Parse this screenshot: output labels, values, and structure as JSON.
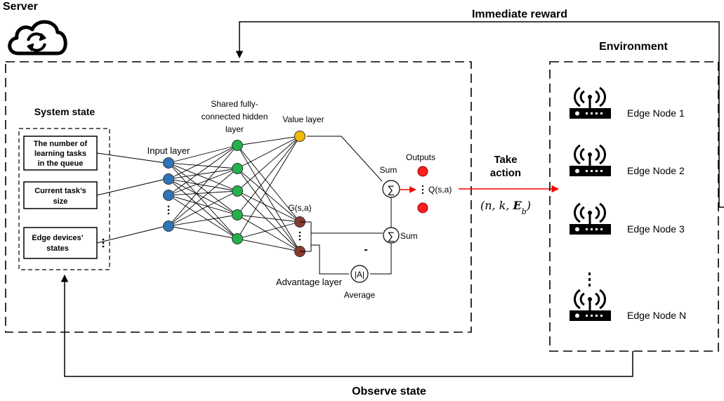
{
  "server": {
    "title": "Server",
    "icon": "cloud-sync-icon"
  },
  "arrows": {
    "immediate_reward": "Immediate reward",
    "observe_state": "Observe state",
    "take_action": [
      "Take",
      "action"
    ],
    "action_tuple": "(n, k, E_b)"
  },
  "environment": {
    "title": "Environment",
    "node_icon": "wifi-router-icon",
    "nodes": [
      "Edge Node 1",
      "Edge Node 2",
      "Edge Node 3",
      "Edge Node N"
    ]
  },
  "system_state": {
    "title": "System state",
    "boxes": [
      [
        "The number of",
        "learning tasks",
        "in the queue"
      ],
      [
        "Current task’s",
        "size"
      ],
      [
        "Edge devices’",
        "states"
      ]
    ]
  },
  "network": {
    "input_layer": "Input layer",
    "hidden_layer": [
      "Shared fully-",
      "connected hidden",
      "layer"
    ],
    "value_layer": "Value layer",
    "advantage_layer": "Advantage layer",
    "g_label": "G(s,a)",
    "sum_top": "Sum",
    "sum_bottom": "Sum",
    "sigma": "∑",
    "abs_a": "|A|",
    "average": "Average",
    "minus": "-",
    "outputs": "Outputs",
    "q_label": "Q(s,a)"
  },
  "colors": {
    "input_node": "#2e75b6",
    "hidden_node": "#22b14c",
    "value_node": "#f5b800",
    "advantage_node": "#8b3a2f",
    "output_node": "#ff1f1f",
    "action_arrow": "#ff0000"
  }
}
